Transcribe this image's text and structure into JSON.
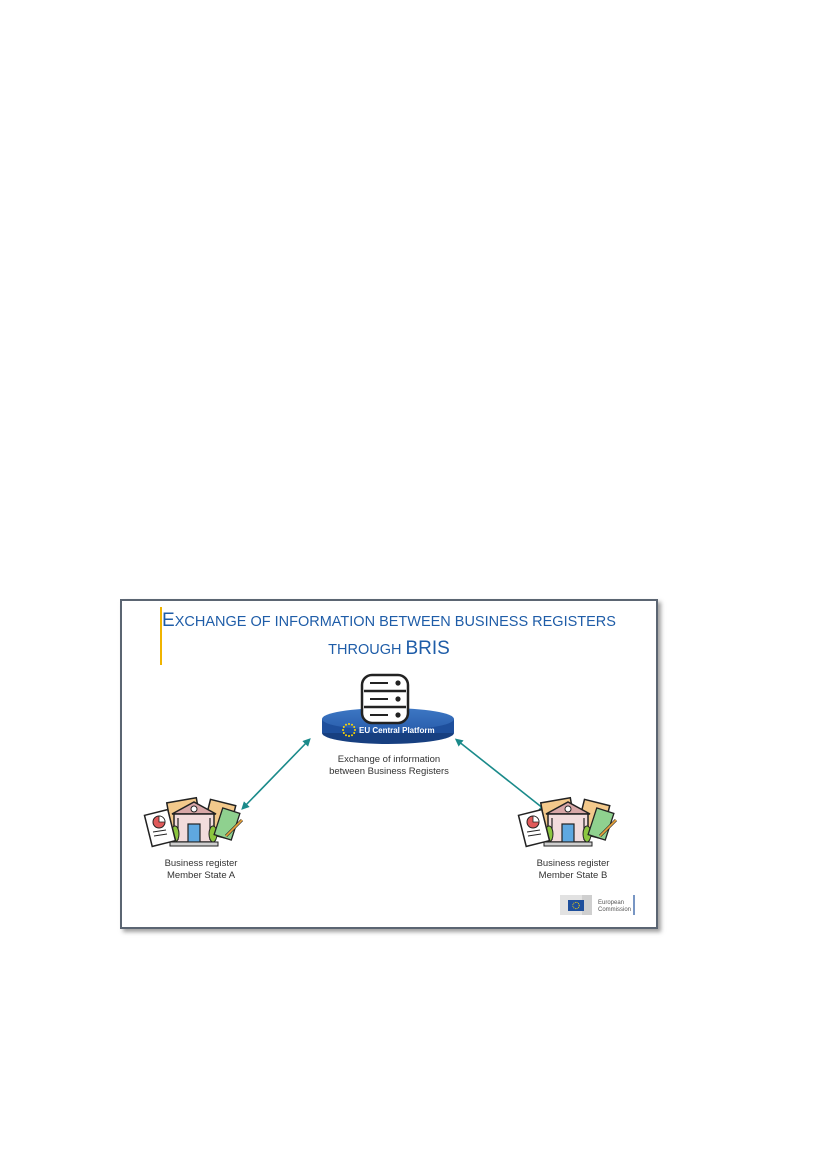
{
  "slide": {
    "title_line1_first_cap": "E",
    "title_line1_rest": "XCHANGE OF INFORMATION BETWEEN BUSINESS REGISTERS",
    "title_line2_small": "THROUGH ",
    "title_line2_big": "BRIS"
  },
  "platform": {
    "label": "EU Central Platform",
    "caption_line1": "Exchange of information",
    "caption_line2": "between Business Registers"
  },
  "register_a": {
    "line1": "Business register",
    "line2": "Member State A"
  },
  "register_b": {
    "line1": "Business register",
    "line2": "Member State B"
  },
  "logo": {
    "line1": "European",
    "line2": "Commission"
  },
  "colors": {
    "title": "#1f5da8",
    "accent": "#f0b400",
    "platform_blue": "#1e4f9c",
    "arrow": "#1a8a8a"
  },
  "icons": [
    "database-server-icon",
    "eu-stars-icon",
    "business-register-building-icon",
    "eu-flag-icon"
  ]
}
